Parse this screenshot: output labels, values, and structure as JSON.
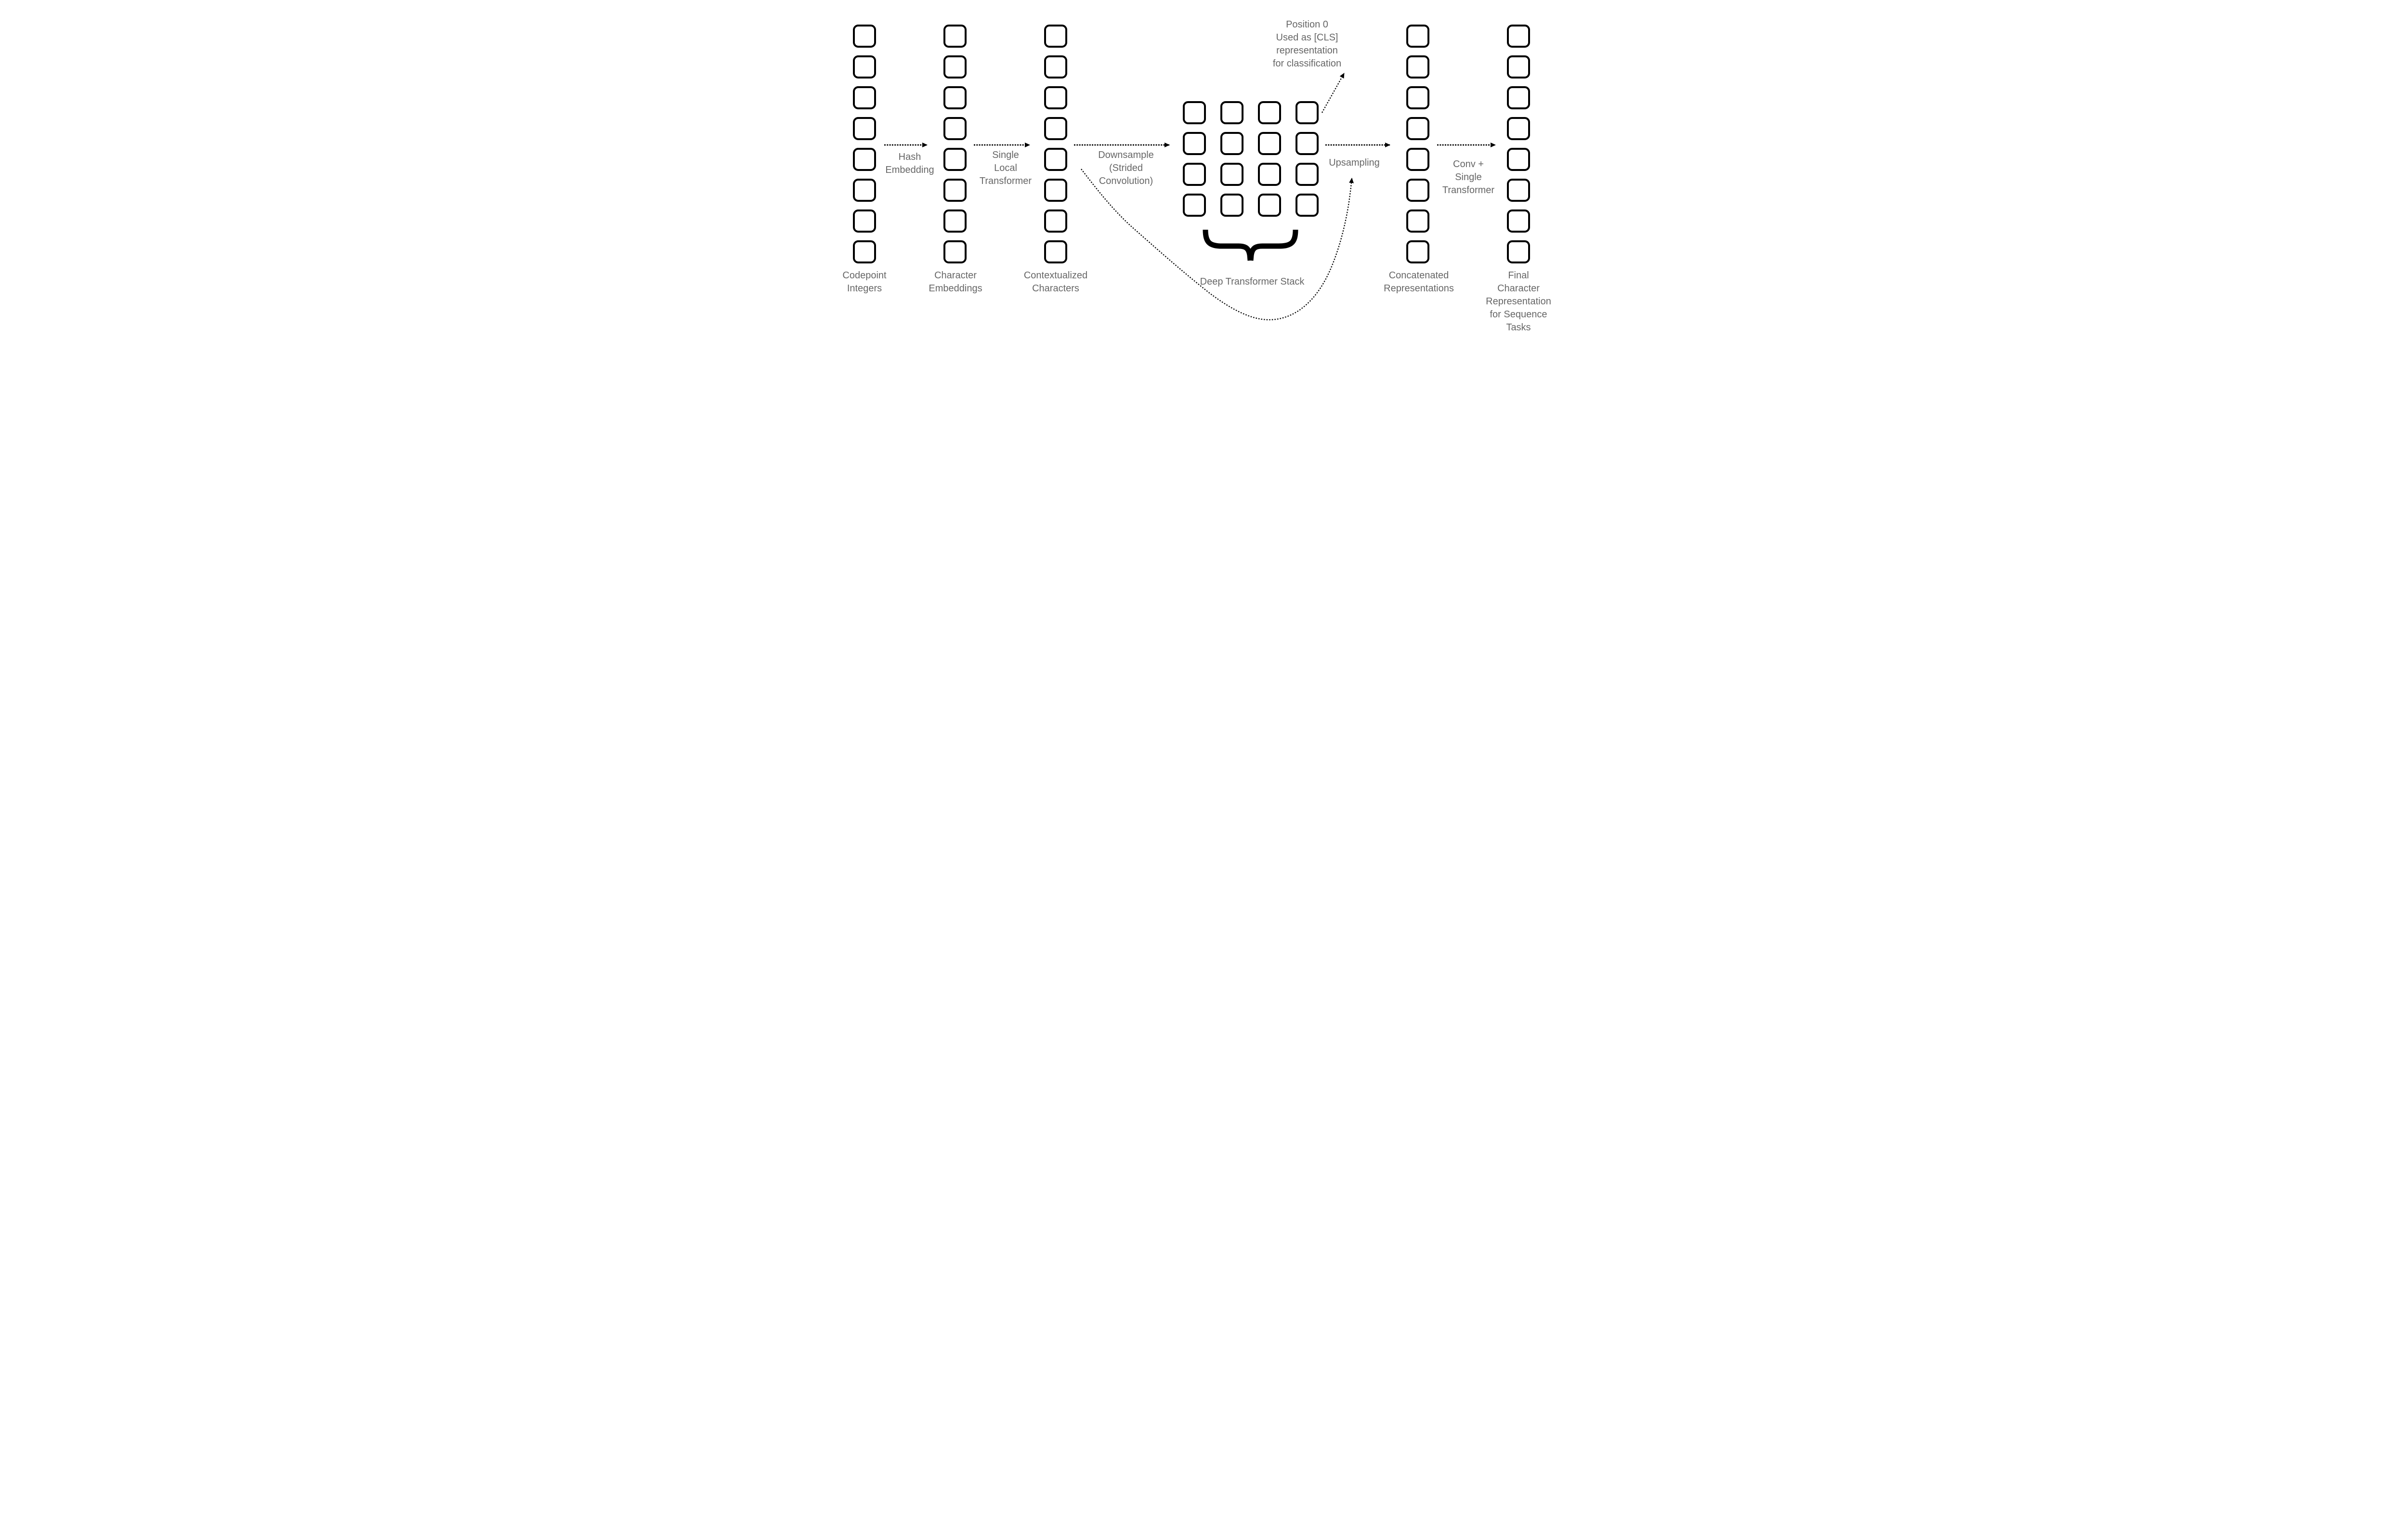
{
  "colors": {
    "background": "#ffffff",
    "box_stroke": "#000000",
    "label_gray": "#666666"
  },
  "columns": [
    {
      "name": "codepoint-integers",
      "label": "Codepoint\nIntegers",
      "boxes": 8
    },
    {
      "name": "character-embeddings",
      "label": "Character\nEmbeddings",
      "boxes": 8
    },
    {
      "name": "contextualized-characters",
      "label": "Contextualized\nCharacters",
      "boxes": 8
    },
    {
      "name": "concatenated-representations",
      "label": "Concatenated\nRepresentations",
      "boxes": 8
    },
    {
      "name": "final-character-representation",
      "label": "Final\nCharacter\nRepresentation\nfor Sequence Tasks",
      "boxes": 8
    }
  ],
  "deep_stack": {
    "rows": 4,
    "cols": 4,
    "cells": 16,
    "label": "Deep Transformer Stack"
  },
  "arrow_labels": {
    "hash_embedding": "Hash\nEmbedding",
    "single_local_transformer": "Single\nLocal\nTransformer",
    "downsample": "Downsample\n(Strided\nConvolution)",
    "upsampling": "Upsampling",
    "conv_single_transformer": "Conv +\nSingle\nTransformer"
  },
  "annotations": {
    "cls_note": "Position 0\nUsed as [CLS]\nrepresentation\nfor classification"
  }
}
